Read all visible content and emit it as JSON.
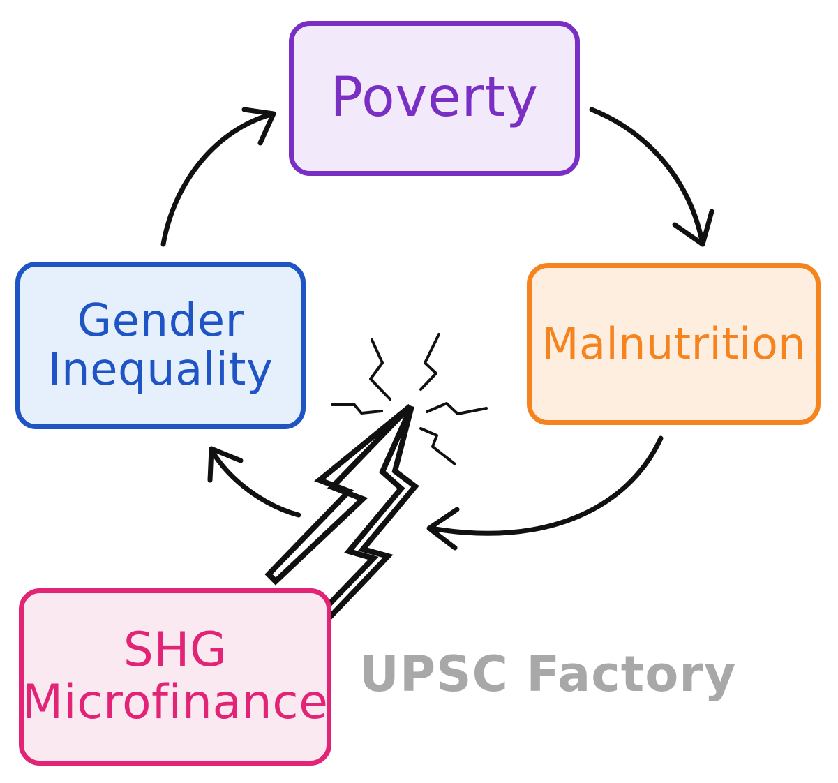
{
  "nodes": {
    "poverty": {
      "label": "Poverty",
      "color": "#7a2fc4",
      "fill": "#f2eafb"
    },
    "malnutrition": {
      "label": "Malnutrition",
      "color": "#f5841f",
      "fill": "#fdeee0"
    },
    "gender_inequality": {
      "line1": "Gender",
      "line2": "Inequality",
      "color": "#1f54c4",
      "fill": "#e6f0fc"
    },
    "shg_microfinance": {
      "line1": "SHG",
      "line2": "Microfinance",
      "color": "#e22477",
      "fill": "#fbe9f1"
    }
  },
  "cycle_order": [
    "Poverty",
    "Malnutrition",
    "Gender Inequality"
  ],
  "intervention": {
    "from": "SHG Microfinance",
    "shape": "lightning-bolt",
    "effect": "breaks cycle"
  },
  "watermark": {
    "text": "UPSC Factory",
    "color": "#a8a8a8"
  }
}
